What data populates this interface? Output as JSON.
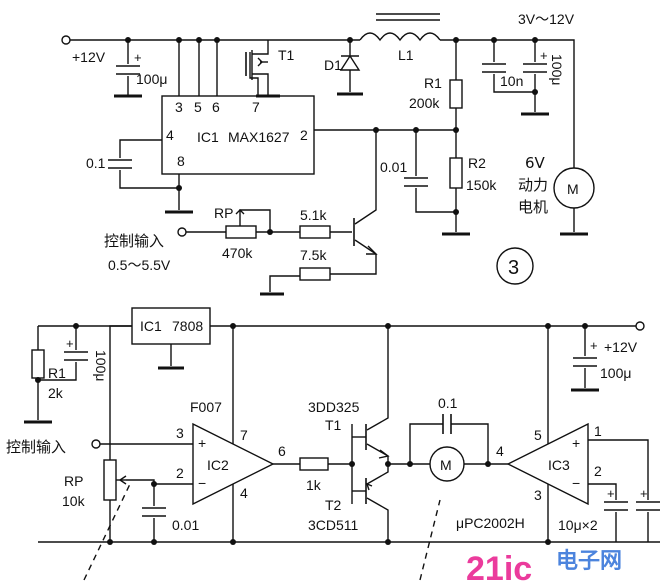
{
  "top": {
    "vin": "+12V",
    "c_in": "100μ",
    "ic_pins": [
      "3",
      "5",
      "6",
      "7",
      "4",
      "8",
      "2"
    ],
    "ic_name": "IC1",
    "ic_part": "MAX1627",
    "t1": "T1",
    "d1": "D1",
    "l1": "L1",
    "vout": "3V～12V",
    "r1": "R1",
    "r1_val": "200k",
    "r2": "R2",
    "r2_val": "150k",
    "c_out1": "10n",
    "c_out2": "100μ",
    "c_pin4": "0.1",
    "c_fb": "0.01",
    "rp": "RP",
    "rp_val": "470k",
    "r_a": "5.1k",
    "r_b": "7.5k",
    "input_label": "控制输入",
    "input_range": "0.5～5.5V",
    "motor_v": "6V",
    "motor_desc1": "动力",
    "motor_desc2": "电机",
    "motor_sym": "M",
    "fig_number": "3"
  },
  "bottom": {
    "reg": "IC1",
    "reg_part": "7808",
    "r1": "R1",
    "r1_val": "2k",
    "c1": "100μ",
    "vin": "+12V",
    "c_right": "100μ",
    "opamp": "F007",
    "ic2": "IC2",
    "pin3": "3",
    "pin2": "2",
    "pin7": "7",
    "pin4": "4",
    "pin6": "6",
    "r_base": "1k",
    "t1_part": "3DD325",
    "t1": "T1",
    "t2": "T2",
    "t2_part": "3CD511",
    "c_motor": "0.1",
    "motor": "M",
    "input_label": "控制输入",
    "rp": "RP",
    "rp_val": "10k",
    "c_small": "0.01",
    "ic3": "IC3",
    "ic3_part": "μPC2002H",
    "ic3_pin5": "5",
    "ic3_pin1": "1",
    "ic3_pin2": "2",
    "ic3_pin3": "3",
    "ic3_pin4": "4",
    "c_pair": "10μ×2",
    "plus": "+",
    "minus": "−"
  },
  "watermark": {
    "brand": "21ic",
    "cn": "电子网",
    "brand_color": "#e8198b",
    "cn_color": "#2d6fd8"
  }
}
